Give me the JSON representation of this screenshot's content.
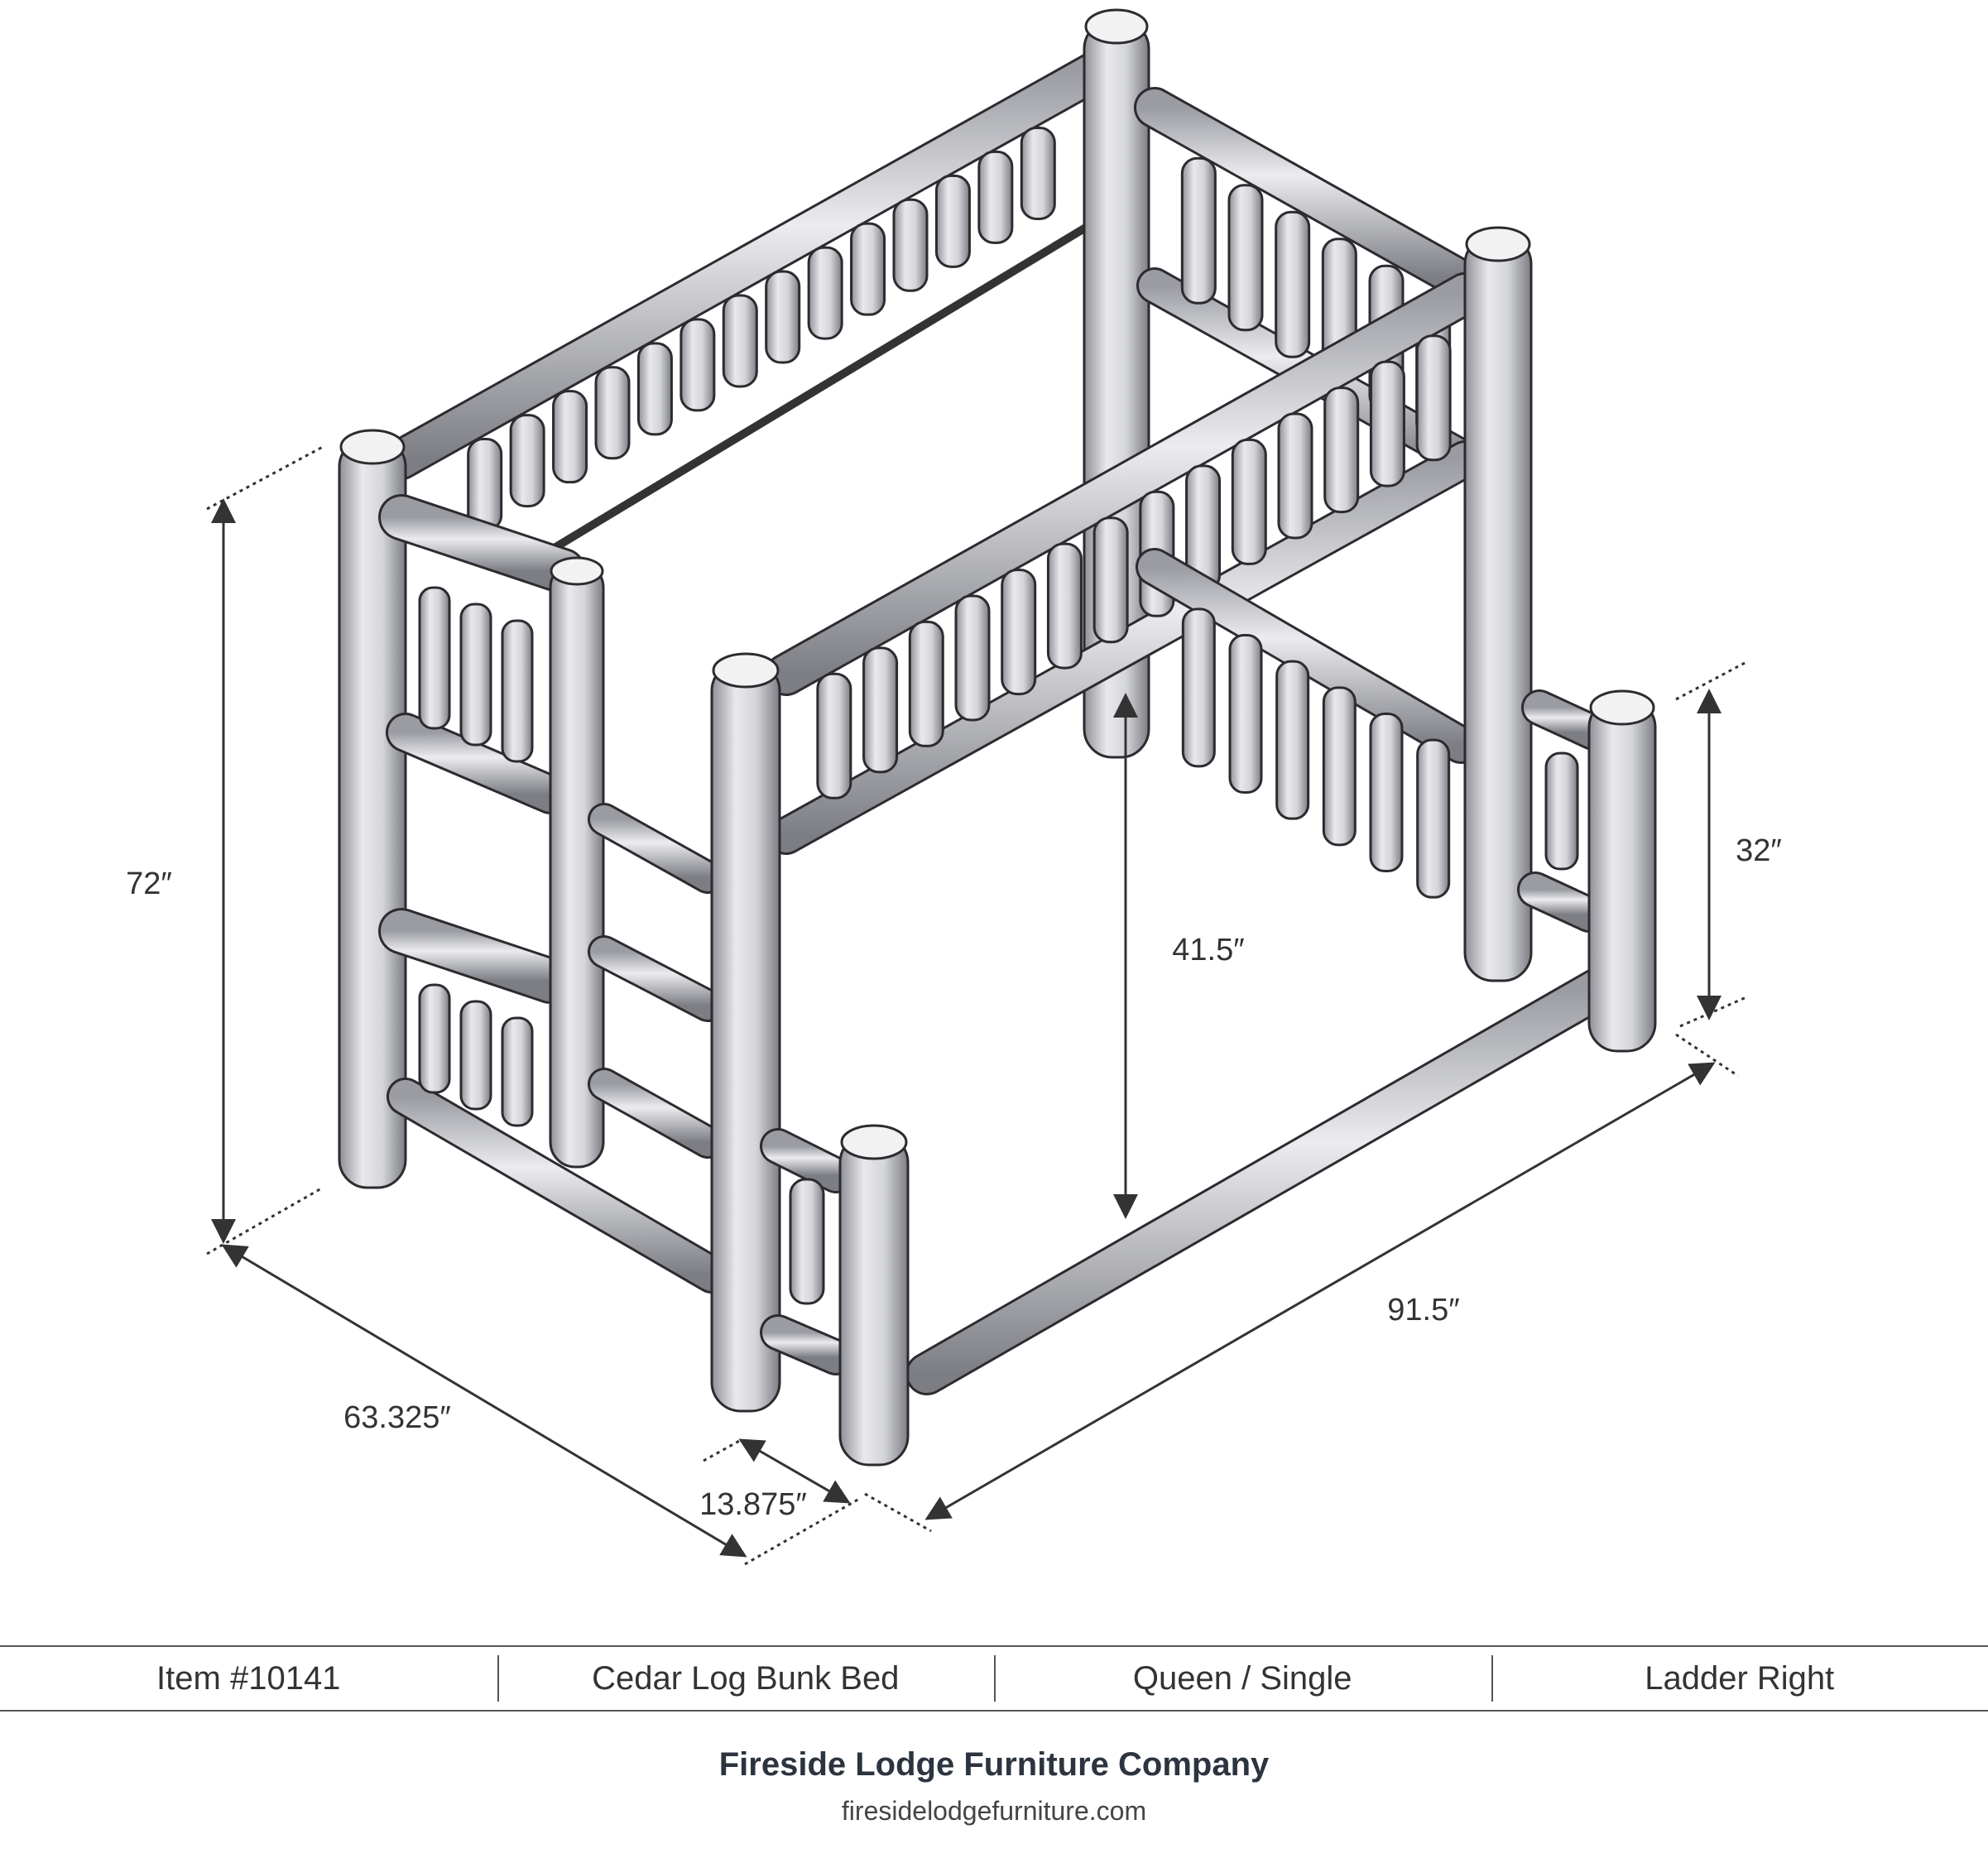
{
  "diagram": {
    "dimensions": {
      "overall_height": "72″",
      "width": "63.325″",
      "ladder_offset": "13.875″",
      "bunk_clearance": "41.5″",
      "length": "91.5″",
      "end_rail_height": "32″"
    }
  },
  "spec_bar": {
    "item": "Item #10141",
    "product": "Cedar Log Bunk Bed",
    "size": "Queen / Single",
    "ladder": "Ladder Right"
  },
  "footer": {
    "company": "Fireside Lodge Furniture Company",
    "url": "firesidelodgefurniture.com"
  }
}
